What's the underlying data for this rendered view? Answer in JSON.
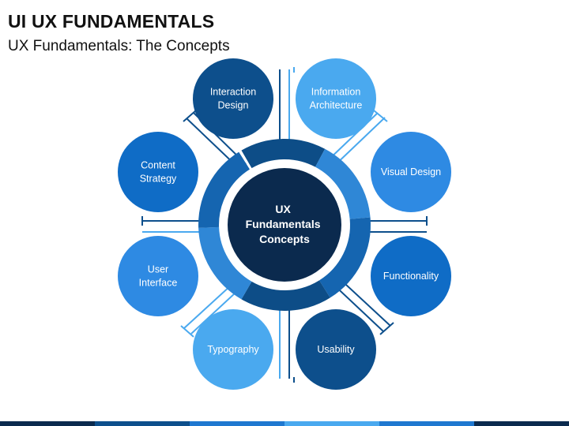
{
  "title": "UI UX FUNDAMENTALS",
  "subtitle": "UX Fundamentals: The Concepts",
  "center": {
    "lines": [
      "UX",
      "Fundamentals",
      "Concepts"
    ],
    "fill": "#0b2a4e",
    "ring_colors": [
      "#0d4d87",
      "#1565b0",
      "#2f87d6",
      "#5ab0ef"
    ]
  },
  "concepts": [
    {
      "id": "interaction-design",
      "lines": [
        "Interaction",
        "Design"
      ],
      "color": "#0d4f8c"
    },
    {
      "id": "information-architecture",
      "lines": [
        "Information",
        "Architecture"
      ],
      "color": "#4aa9ef"
    },
    {
      "id": "visual-design",
      "lines": [
        "Visual Design"
      ],
      "color": "#2e8ae3"
    },
    {
      "id": "functionality",
      "lines": [
        "Functionality"
      ],
      "color": "#0f6cc6"
    },
    {
      "id": "usability",
      "lines": [
        "Usability"
      ],
      "color": "#0d4f8c"
    },
    {
      "id": "typography",
      "lines": [
        "Typography"
      ],
      "color": "#4aa9ef"
    },
    {
      "id": "user-interface",
      "lines": [
        "User",
        "Interface"
      ],
      "color": "#2e8ae3"
    },
    {
      "id": "content-strategy",
      "lines": [
        "Content",
        "Strategy"
      ],
      "color": "#0f6cc6"
    }
  ],
  "connector_colors": {
    "dark": "#0d4f8c",
    "light": "#4aa9ef"
  },
  "bottom_band_colors": [
    "#0b2a4e",
    "#0d4f8c",
    "#1f78d0",
    "#4aa9ef",
    "#1f78d0",
    "#0b2a4e"
  ]
}
